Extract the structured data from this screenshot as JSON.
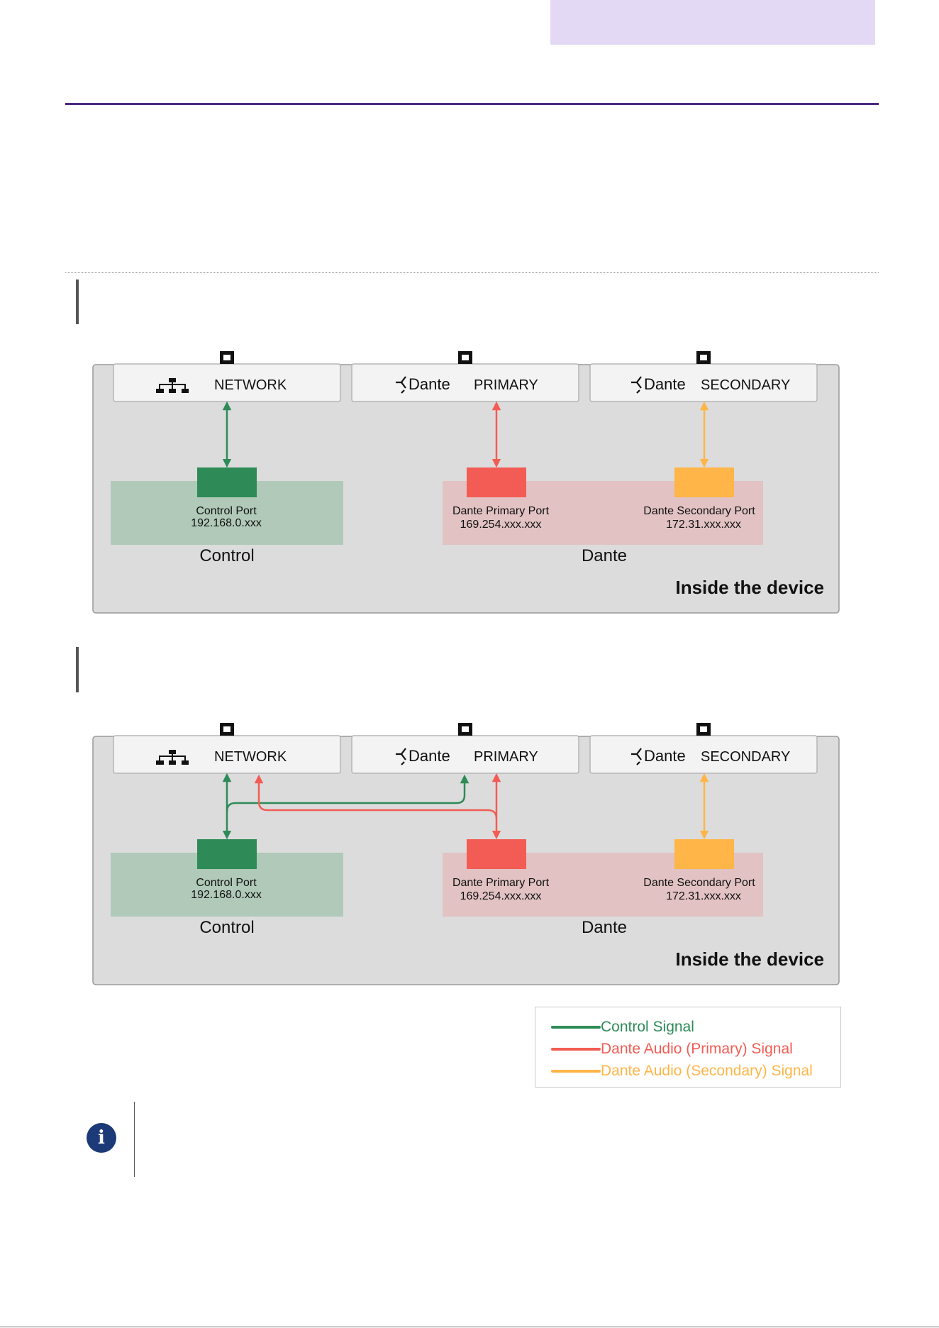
{
  "diagrams": [
    {
      "ports": [
        {
          "label": "NETWORK",
          "icon": "network-icon"
        },
        {
          "label": "PRIMARY",
          "icon": "dante-logo-icon",
          "brand": "Dante"
        },
        {
          "label": "SECONDARY",
          "icon": "dante-logo-icon",
          "brand": "Dante"
        }
      ],
      "blocks": [
        {
          "name": "Control Port",
          "ip": "192.168.0.xxx"
        },
        {
          "name": "Dante Primary Port",
          "ip": "169.254.xxx.xxx"
        },
        {
          "name": "Dante Secondary Port",
          "ip": "172.31.xxx.xxx"
        }
      ],
      "zones": {
        "control": "Control",
        "dante": "Dante"
      },
      "caption": "Inside the device"
    },
    {
      "ports": [
        {
          "label": "NETWORK",
          "icon": "network-icon"
        },
        {
          "label": "PRIMARY",
          "icon": "dante-logo-icon",
          "brand": "Dante"
        },
        {
          "label": "SECONDARY",
          "icon": "dante-logo-icon",
          "brand": "Dante"
        }
      ],
      "blocks": [
        {
          "name": "Control Port",
          "ip": "192.168.0.xxx"
        },
        {
          "name": "Dante Primary Port",
          "ip": "169.254.xxx.xxx"
        },
        {
          "name": "Dante Secondary Port",
          "ip": "172.31.xxx.xxx"
        }
      ],
      "zones": {
        "control": "Control",
        "dante": "Dante"
      },
      "caption": "Inside the device"
    }
  ],
  "legend": [
    {
      "label": "Control Signal",
      "color": "#2e8b57"
    },
    {
      "label": "Dante Audio (Primary) Signal",
      "color": "#f25c54"
    },
    {
      "label": "Dante Audio (Secondary) Signal",
      "color": "#ffb547"
    }
  ],
  "colors": {
    "control": "#2e8b57",
    "primary": "#f25c54",
    "secondary": "#ffb547",
    "control_zone": "#b0c9b8",
    "dante_zone": "#e2c2c2",
    "device_bg": "#dcdcdc"
  },
  "info_icon": "info-icon"
}
